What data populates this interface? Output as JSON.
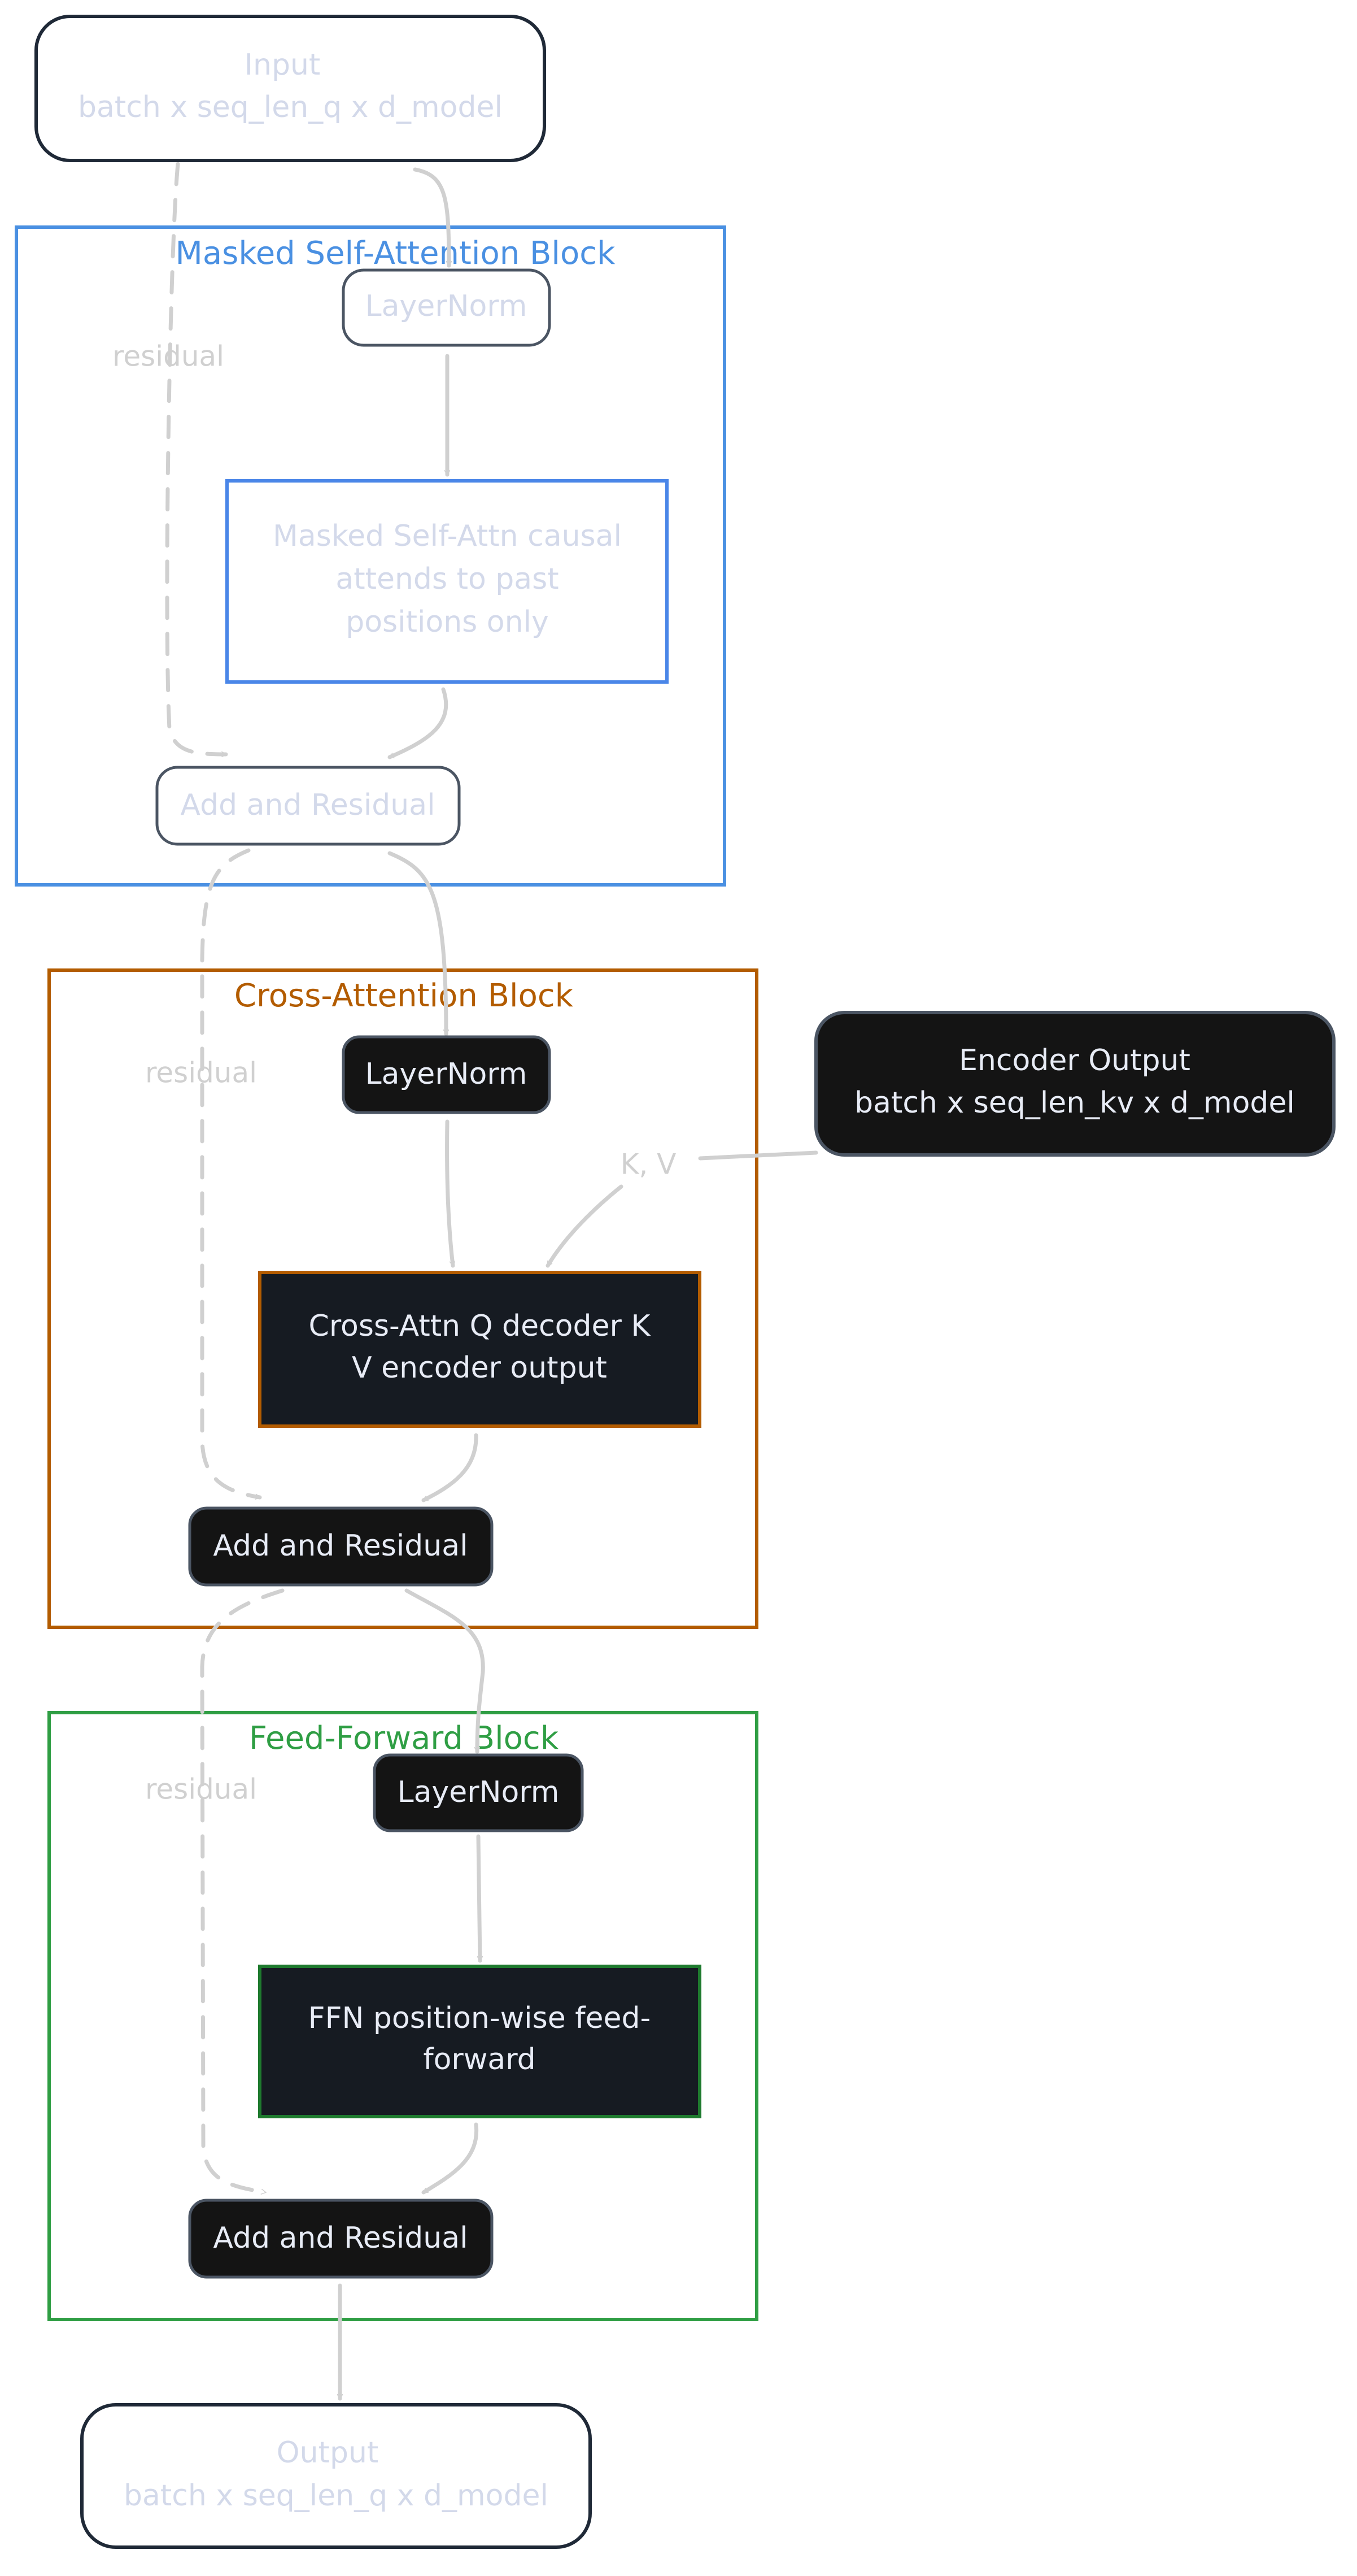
{
  "colors": {
    "masked_block": "#4a90e2",
    "cross_block": "#b35c00",
    "ffn_block": "#2f9e44",
    "dark_fill": "#141414",
    "node_fill": "#161b22",
    "arrow": "#d0d0d0"
  },
  "input": {
    "line1": "Input",
    "line2": "batch x seq_len_q x d_model"
  },
  "masked_block": {
    "title": "Masked Self-Attention Block",
    "layernorm": "LayerNorm",
    "attn": {
      "line1": "Masked Self-Attn causal",
      "line2": "attends to past",
      "line3": "positions only"
    },
    "add": "Add and Residual",
    "residual": "residual"
  },
  "cross_block": {
    "title": "Cross-Attention Block",
    "layernorm": "LayerNorm",
    "attn": {
      "line1": "Cross-Attn Q decoder K",
      "line2": "V encoder output"
    },
    "add": "Add and Residual",
    "residual": "residual",
    "kv_label": "K, V"
  },
  "encoder": {
    "line1": "Encoder Output",
    "line2": "batch x seq_len_kv x d_model"
  },
  "ffn_block": {
    "title": "Feed-Forward Block",
    "layernorm": "LayerNorm",
    "ffn": {
      "line1": "FFN position-wise feed-",
      "line2": "forward"
    },
    "add": "Add and Residual",
    "residual": "residual"
  },
  "output": {
    "line1": "Output",
    "line2": "batch x seq_len_q x d_model"
  }
}
